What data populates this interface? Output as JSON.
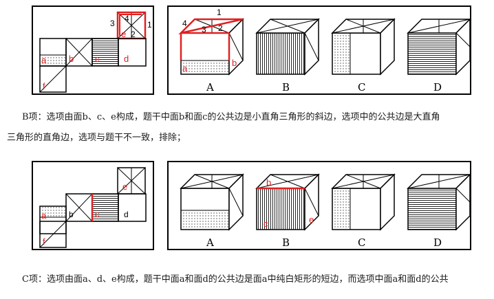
{
  "section1": {
    "net_labels": {
      "a": "a",
      "b": "b",
      "c": "c",
      "d": "d",
      "e": "e",
      "f": "f"
    },
    "net_corner_numbers": [
      "1",
      "2",
      "3",
      "4"
    ],
    "option_labels": [
      "A",
      "B",
      "C",
      "D"
    ],
    "cubeA_labels": {
      "a": "a",
      "b": "b"
    },
    "cubeA_numbers": [
      "1",
      "2",
      "3",
      "4"
    ]
  },
  "paragraph1": {
    "line1": "B项：选项由面b、c、e构成，题干中面b和面c的公共边是小直角三角形的斜边，选项中的公共边是大直角",
    "line2": "三角形的直角边，选项与题干不一致，排除；"
  },
  "section2": {
    "net_labels": {
      "a": "a",
      "b": "b",
      "c": "c",
      "d": "d",
      "e": "e",
      "f": "f"
    },
    "option_labels": [
      "A",
      "B",
      "C",
      "D"
    ],
    "cubeB_labels": {
      "b": "b",
      "c": "c",
      "e": "e"
    }
  },
  "paragraph2": {
    "line1": "C项：选项由面a、d、e构成，题干中面a和面d的公共边是面a中纯白矩形的短边，而选项中面a和面d的公共"
  },
  "colors": {
    "accent_red": "#e02020",
    "border": "#000000"
  }
}
